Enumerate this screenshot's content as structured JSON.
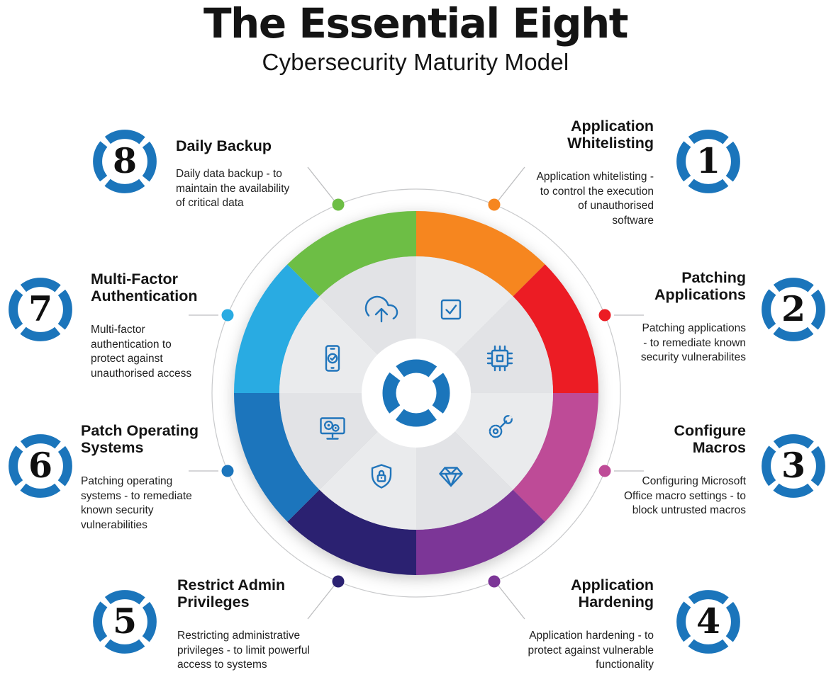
{
  "header": {
    "title": "The Essential Eight",
    "subtitle": "Cybersecurity Maturity Model"
  },
  "items": [
    {
      "number": "1",
      "title": "Application\nWhitelisting",
      "description": "Application whitelisting -\nto control the execution\nof unauthorised\nsoftware",
      "color": "#F6861F",
      "icon": "checklist-icon"
    },
    {
      "number": "2",
      "title": "Patching\nApplications",
      "description": "Patching applications\n- to remediate known\nsecurity vulnerabilites",
      "color": "#EC1C24",
      "icon": "chip-icon"
    },
    {
      "number": "3",
      "title": "Configure\nMacros",
      "description": "Configuring Microsoft\nOffice macro settings - to\nblock untrusted macros",
      "color": "#BE4B97",
      "icon": "gear-wrench-icon"
    },
    {
      "number": "4",
      "title": "Application\nHardening",
      "description": "Application hardening - to\nprotect against vulnerable\nfunctionality",
      "color": "#7C3697",
      "icon": "diamond-icon"
    },
    {
      "number": "5",
      "title": "Restrict Admin\nPrivileges",
      "description": "Restricting administrative\nprivileges - to limit powerful\naccess to systems",
      "color": "#2B2171",
      "icon": "shield-lock-icon"
    },
    {
      "number": "6",
      "title": "Patch Operating\nSystems",
      "description": "Patching operating\nsystems - to remediate\nknown security\nvulnerabilities",
      "color": "#1C75BC",
      "icon": "monitor-gears-icon"
    },
    {
      "number": "7",
      "title": "Multi-Factor\nAuthentication",
      "description": "Multi-factor\nauthentication to\nprotect against\nunauthorised access",
      "color": "#29ABE2",
      "icon": "phone-check-icon"
    },
    {
      "number": "8",
      "title": "Daily Backup",
      "description": "Daily data backup - to\nmaintain the availability\nof critical data",
      "color": "#6DBE45",
      "icon": "cloud-upload-icon"
    }
  ],
  "colors": {
    "badge_ring": "#1B75BB",
    "center_ring": "#1B75BB",
    "icon_stroke": "#2175BB",
    "disc_light": "#EAEBED",
    "disc_dark": "#E2E3E6",
    "outer_circle": "#C9CACC",
    "connector": "#BDBEC0",
    "background": "#FFFFFF",
    "title_text": "#141414",
    "body_text": "#1F1F1F"
  }
}
